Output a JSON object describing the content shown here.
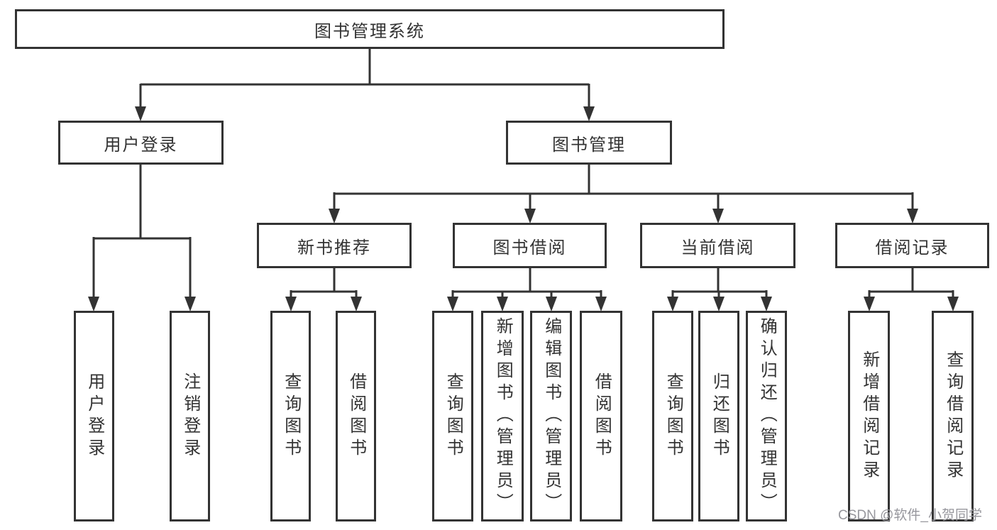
{
  "tree": {
    "root": {
      "label": "图书管理系统",
      "children": [
        {
          "label": "用户登录",
          "children": [
            {
              "label": "用户登录"
            },
            {
              "label": "注销登录"
            }
          ]
        },
        {
          "label": "图书管理",
          "children": [
            {
              "label": "新书推荐",
              "children": [
                {
                  "label": "查询图书"
                },
                {
                  "label": "借阅图书"
                }
              ]
            },
            {
              "label": "图书借阅",
              "children": [
                {
                  "label": "查询图书"
                },
                {
                  "label": "新增图书（管理员）"
                },
                {
                  "label": "编辑图书（管理员）"
                },
                {
                  "label": "借阅图书"
                }
              ]
            },
            {
              "label": "当前借阅",
              "children": [
                {
                  "label": "查询图书"
                },
                {
                  "label": "归还图书"
                },
                {
                  "label": "确认归还（管理员）"
                }
              ]
            },
            {
              "label": "借阅记录",
              "children": [
                {
                  "label": "新增借阅记录"
                },
                {
                  "label": "查询借阅记录"
                }
              ]
            }
          ]
        }
      ]
    }
  },
  "watermark": {
    "text": "CSDN @软件_小贺同学"
  },
  "colors": {
    "line": "#333333",
    "text": "#333333",
    "background": "#ffffff",
    "watermark": "#97979d"
  }
}
